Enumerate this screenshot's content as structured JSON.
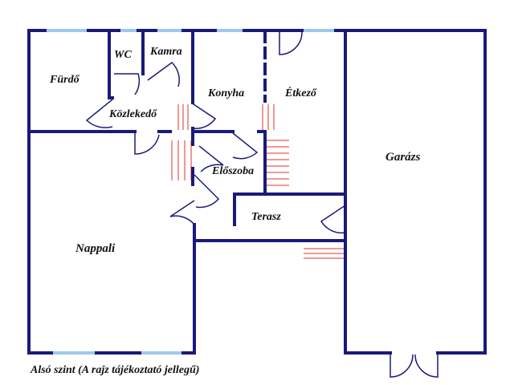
{
  "rooms": {
    "furdo": "Fürdő",
    "wc": "WC",
    "kamra": "Kamra",
    "kozlekedo": "Közlekedő",
    "konyha": "Konyha",
    "etkezo": "Étkező",
    "eloszoba": "Előszoba",
    "terasz": "Terasz",
    "nappali": "Nappali",
    "garazs": "Garázs"
  },
  "caption": "Alsó szint (A rajz tájékoztató jellegű)",
  "colors": {
    "wall": "#1a1a7a",
    "window": "#9ec9e8",
    "stairs": "#e03030",
    "label": "#111111"
  }
}
